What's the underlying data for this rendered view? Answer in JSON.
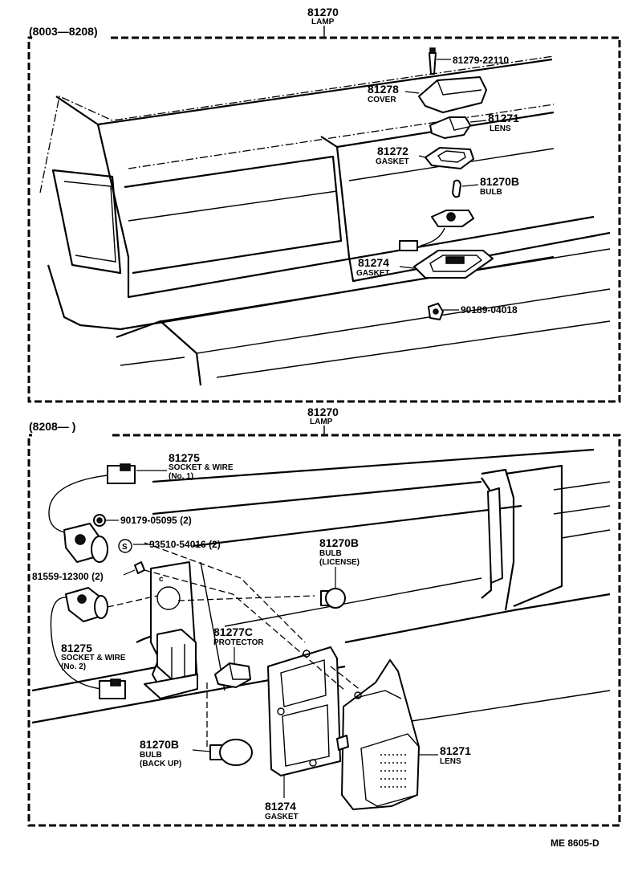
{
  "top_panel": {
    "header_number": "81270",
    "header_name": "LAMP",
    "date_range": "(8003—8208)",
    "callouts": {
      "screw": {
        "number": "81279-22110"
      },
      "cover": {
        "number": "81278",
        "name": "COVER"
      },
      "lens": {
        "number": "81271",
        "name": "LENS"
      },
      "gasket_upper": {
        "number": "81272",
        "name": "GASKET"
      },
      "bulb": {
        "number": "81270B",
        "name": "BULB"
      },
      "gasket_lower": {
        "number": "81274",
        "name": "GASKET"
      },
      "nut": {
        "number": "90189-04018"
      }
    }
  },
  "bottom_panel": {
    "header_number": "81270",
    "header_name": "LAMP",
    "date_range": "(8208—        )",
    "callouts": {
      "socket_no1": {
        "number": "81275",
        "name": "SOCKET & WIRE",
        "sub": "(No. 1)"
      },
      "nut": {
        "number": "90179-05095 (2)"
      },
      "screw": {
        "number": "93510-54016 (2)"
      },
      "bulb_license": {
        "number": "81270B",
        "name": "BULB",
        "sub": "(LICENSE)"
      },
      "clip": {
        "number": "81559-12300 (2)"
      },
      "socket_no2": {
        "number": "81275",
        "name": "SOCKET & WIRE",
        "sub": "(No. 2)"
      },
      "protector": {
        "number": "81277C",
        "name": "PROTECTOR"
      },
      "lens": {
        "number": "81271",
        "name": "LENS"
      },
      "bulb_backup": {
        "number": "81270B",
        "name": "BULB",
        "sub": "(BACK UP)"
      },
      "gasket": {
        "number": "81274",
        "name": "GASKET"
      },
      "screw_marker": "S"
    }
  },
  "footer_code": "ME  8605-D"
}
